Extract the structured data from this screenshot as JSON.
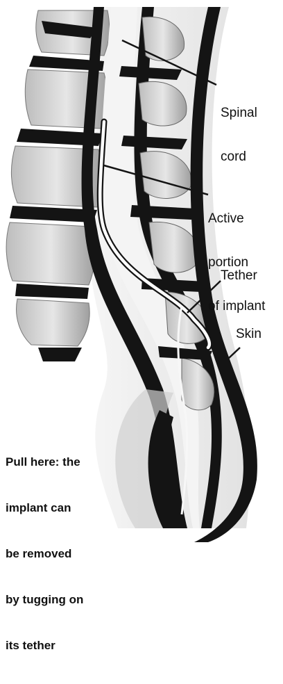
{
  "diagram": {
    "labels": {
      "spinal_cord_line1": "Spinal",
      "spinal_cord_line2": "cord",
      "active_line1": "Active",
      "active_line2": "portion",
      "active_line3": "of implant",
      "tether": "Tether",
      "skin": "Skin",
      "pull_line1": "Pull here: the",
      "pull_line2": "implant can",
      "pull_line3": "be removed",
      "pull_line4": "by tugging on",
      "pull_line5": "its tether"
    },
    "colors": {
      "ink": "#141414",
      "bone_light": "#d9d9d9",
      "bone_mid": "#a8a8a8",
      "tissue": "#ececec",
      "paper": "#ffffff"
    }
  }
}
